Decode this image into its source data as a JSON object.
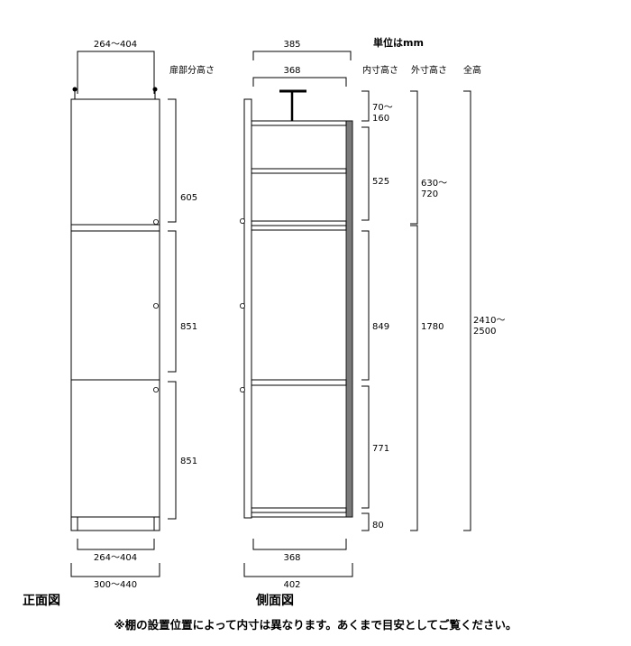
{
  "unit_note": "単位はmm",
  "headers": {
    "door_height": "扉部分高さ",
    "inner_height": "内寸高さ",
    "outer_height": "外寸高さ",
    "total_height": "全高"
  },
  "front_view": {
    "title": "正面図",
    "top_width": "264～404",
    "bottom_inner_width": "264～404",
    "bottom_outer_width": "300～440",
    "door_heights": [
      "605",
      "851",
      "851"
    ]
  },
  "side_view": {
    "title": "側面図",
    "top_outer_depth": "385",
    "top_inner_depth": "368",
    "bottom_inner_depth": "368",
    "bottom_outer_depth": "402",
    "inner_heights": [
      "70～\n160",
      "525",
      "849",
      "771",
      "80"
    ],
    "outer_heights": [
      "630～\n720",
      "1780"
    ],
    "total_height": "2410～\n2500"
  },
  "footnote": "※棚の設置位置によって内寸は異なります。あくまで目安としてご覧ください。",
  "colors": {
    "line": "#000000",
    "back_panel": "#7a7a7a",
    "background": "#ffffff"
  }
}
